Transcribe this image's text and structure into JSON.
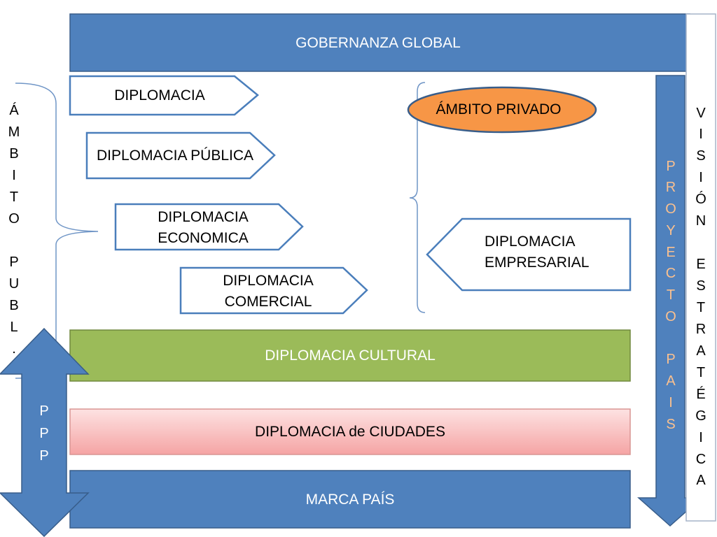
{
  "colors": {
    "blue": "#4f81bd",
    "blue_border": "#385d8a",
    "green": "#9bbb59",
    "orange": "#f79646",
    "pink_top": "#fde2e2",
    "pink_bottom": "#f5a4a4",
    "white": "#ffffff"
  },
  "header": {
    "title": "GOBERNANZA GLOBAL"
  },
  "side_labels": {
    "ambito_publico": "ÁMBITO PUBL.",
    "ppp": "PPP",
    "proyecto_pais": "PROYECTO PAIS",
    "vision_estrategica": "VISIÓN ESTRATÉGICA"
  },
  "public_sphere": {
    "items": [
      "DIPLOMACIA",
      "DIPLOMACIA PÚBLICA",
      "DIPLOMACIA ECONOMICA",
      "DIPLOMACIA COMERCIAL"
    ]
  },
  "private_sphere": {
    "title": "ÁMBITO PRIVADO",
    "item": "DIPLOMACIA EMPRESARIAL"
  },
  "bands": {
    "cultural": "DIPLOMACIA CULTURAL",
    "ciudades": "DIPLOMACIA de CIUDADES",
    "marca": "MARCA PAÍS"
  }
}
